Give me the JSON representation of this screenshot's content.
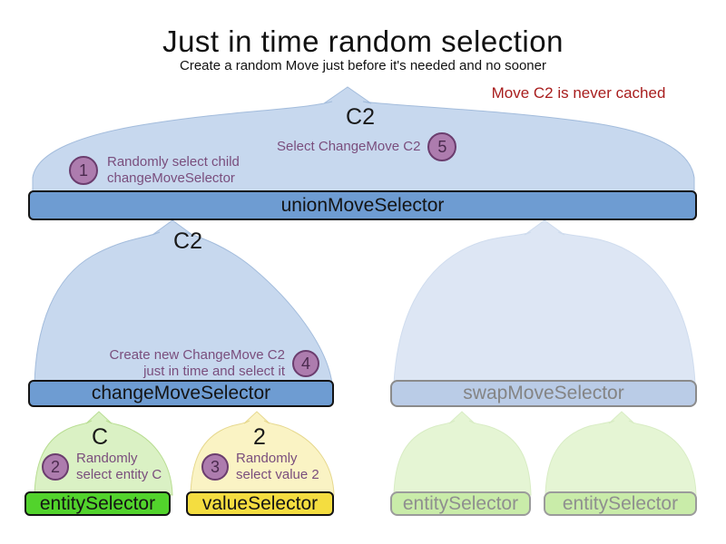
{
  "title": "Just in time random selection",
  "subtitle": "Create a random Move just before it's needed and no sooner",
  "annotation": "Move C2 is never cached",
  "union_selector": {
    "label": "unionMoveSelector",
    "selected_move": "C2",
    "step_5": {
      "number": "5",
      "text": "Select ChangeMove C2"
    },
    "step_1": {
      "number": "1",
      "line1": "Randomly select child",
      "line2": "changeMoveSelector"
    }
  },
  "change_selector": {
    "label": "changeMoveSelector",
    "selected_move": "C2",
    "step_4": {
      "number": "4",
      "line1": "Create new ChangeMove C2",
      "line2": "just in time and select it"
    }
  },
  "swap_selector": {
    "label": "swapMoveSelector"
  },
  "entity_selector": {
    "label": "entitySelector",
    "selected_move": "C",
    "step_2": {
      "number": "2",
      "line1": "Randomly",
      "line2": "select entity C"
    }
  },
  "value_selector": {
    "label": "valueSelector",
    "selected_move": "2",
    "step_3": {
      "number": "3",
      "line1": "Randomly",
      "line2": "select value 2"
    }
  },
  "faded_selectors": {
    "swap_entity_1": "entitySelector",
    "swap_entity_2": "entitySelector"
  },
  "colors": {
    "arch_blue": "#c7d8ee",
    "arch_blue_stroke": "#a3bcdc",
    "arch_blue_faded": "#dde6f4",
    "arch_blue_faded_stroke": "#cfdcee",
    "arch_green": "#daf1c4",
    "arch_green_stroke": "#b8dd92",
    "arch_green_faded": "#e5f5d4",
    "arch_green_faded_stroke": "#d8ecc4",
    "arch_yellow": "#faf3c4",
    "arch_yellow_stroke": "#e6d88e",
    "bar_blue": "#6e9cd2",
    "bar_blue_faded": "#bacce7",
    "bar_green": "#52d32c",
    "bar_green_faded": "#c9eca9",
    "bar_yellow": "#f4dd40",
    "annotation_red": "#a81d1d",
    "step_text_purple": "#7a4e7d",
    "step_circle_fill": "#ad7cae",
    "step_circle_border": "#6b3d6e"
  }
}
